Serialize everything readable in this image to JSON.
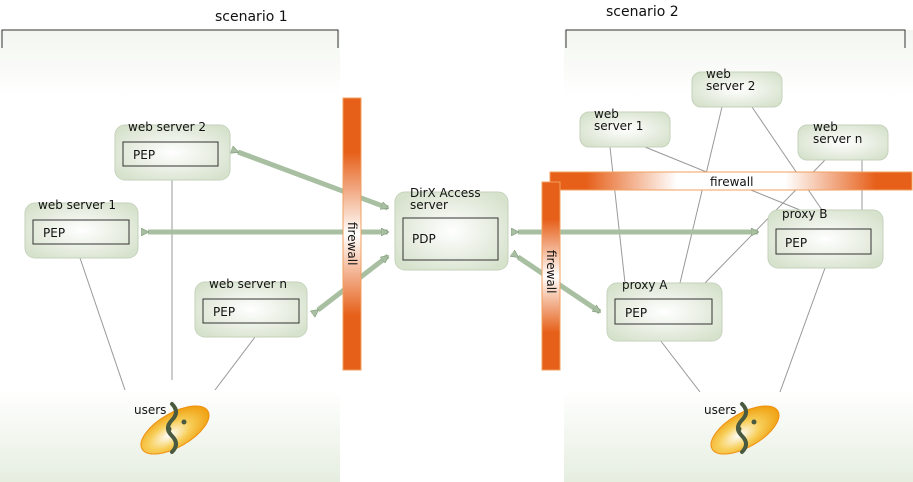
{
  "scenario1": {
    "title": "scenario 1",
    "web_server_2": {
      "label": "web server 2",
      "inner": "PEP"
    },
    "web_server_1": {
      "label": "web server 1",
      "inner": "PEP"
    },
    "web_server_n": {
      "label": "web server n",
      "inner": "PEP"
    },
    "firewall": "firewall",
    "users": "users"
  },
  "center": {
    "label_line1": "DirX Access",
    "label_line2": "server",
    "inner": "PDP"
  },
  "scenario2": {
    "title": "scenario 2",
    "web_server_1": {
      "line1": "web",
      "line2": "server 1"
    },
    "web_server_2": {
      "line1": "web",
      "line2": "server 2"
    },
    "web_server_n": {
      "line1": "web",
      "line2": "server n"
    },
    "firewall_horizontal": "firewall",
    "firewall_vertical": "firewall",
    "proxy_b": {
      "label": "proxy B",
      "inner": "PEP"
    },
    "proxy_a": {
      "label": "proxy A",
      "inner": "PEP"
    },
    "users": "users"
  },
  "colors": {
    "firewall": "#e8621a",
    "box_fill": "#dfe8d6",
    "arrow": "#a9bfa2",
    "user_face": "#f5b21a"
  }
}
